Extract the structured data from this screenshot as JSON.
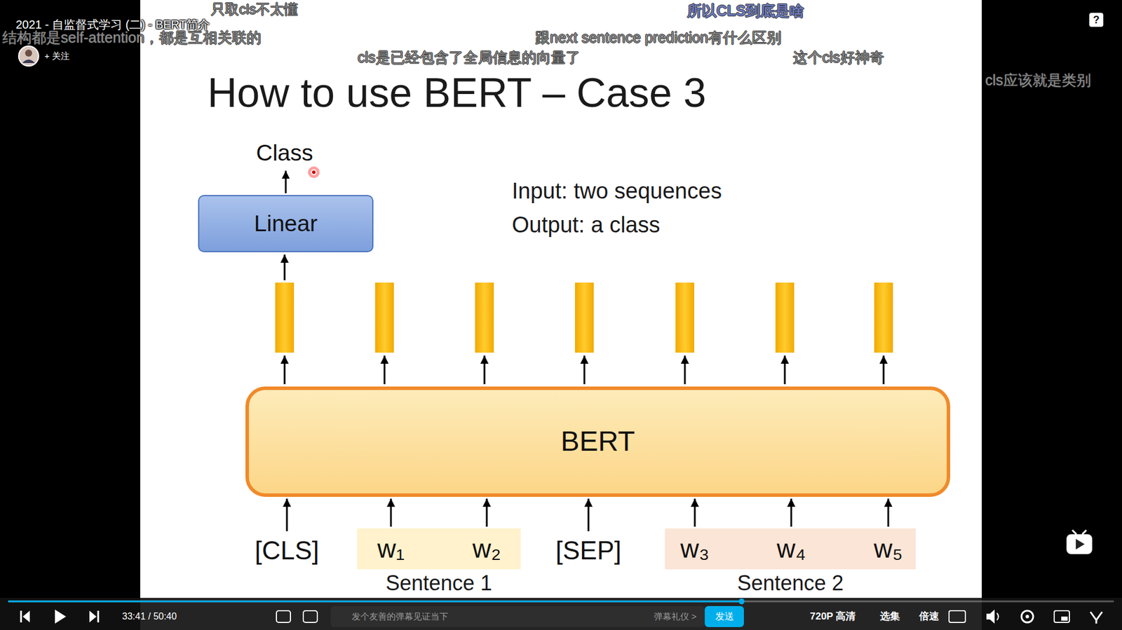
{
  "diagram": {
    "title": "How to use BERT – Case 3",
    "nodes": [
      {
        "text": [
          "Class"
        ]
      },
      {
        "text": [
          "Linear"
        ]
      },
      {
        "text": [
          "BERT"
        ]
      },
      {
        "text": [
          "[CLS]"
        ]
      },
      {
        "text": [
          "Sentence 1"
        ]
      },
      {
        "text": [
          "w₁"
        ],
        "in": 4
      },
      {
        "text": [
          "w₂"
        ],
        "in": 4
      },
      {
        "text": [
          "[SEP]"
        ]
      },
      {
        "text": [
          "Sentence 2"
        ]
      },
      {
        "text": [
          "w₃"
        ],
        "in": 8
      },
      {
        "text": [
          "w₄"
        ],
        "in": 8
      },
      {
        "text": [
          "w₅"
        ],
        "in": 8
      }
    ],
    "edges": [
      {
        "from": 1,
        "to": 0,
        "arrow": "to"
      },
      {
        "from": 3,
        "to": 2,
        "arrow": "to"
      },
      {
        "from": 5,
        "to": 2,
        "arrow": "to"
      },
      {
        "from": 6,
        "to": 2,
        "arrow": "to"
      },
      {
        "from": 7,
        "to": 2,
        "arrow": "to"
      },
      {
        "from": 9,
        "to": 2,
        "arrow": "to"
      },
      {
        "from": 10,
        "to": 2,
        "arrow": "to"
      },
      {
        "from": 11,
        "to": 2,
        "arrow": "to"
      }
    ],
    "labels": [
      "Input: two sequences",
      "Output: a class",
      "2021 - 自监督式学习 (二) - BERT简介",
      "+ 关注",
      "只取cls不太懂",
      "所以CLS到底是啥",
      "结构都是self-attention，都是互相关联的",
      "跟next sentence prediction有什么区别",
      "cls是已经包含了全局信息的向量了",
      "这个cls好神奇",
      "cls应该就是类别",
      "?",
      "33:41 / 50:40",
      "发个友善的弹幕见证当下",
      "弹幕礼仪 >",
      "发送",
      "720P 高清",
      "选集",
      "倍速"
    ]
  }
}
